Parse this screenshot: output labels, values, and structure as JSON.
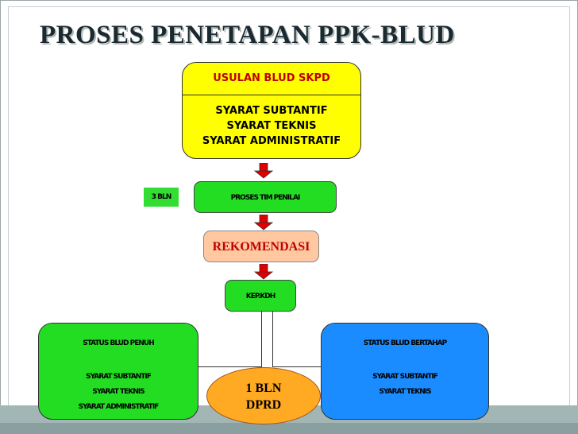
{
  "title": "PROSES PENETAPAN PPK-BLUD",
  "usulan": {
    "heading": "USULAN BLUD SKPD",
    "items": [
      "SYARAT SUBTANTIF",
      "SYARAT TEKNIS",
      "SYARAT ADMINISTRATIF"
    ]
  },
  "proses": {
    "label": "PROSES TIM PENILAI",
    "duration": "3 BLN"
  },
  "rekomendasi": "REKOMENDASI",
  "kep": "KEP.KDH",
  "penuh": {
    "heading": "STATUS BLUD PENUH",
    "items": [
      "SYARAT SUBTANTIF",
      "SYARAT TEKNIS",
      "SYARAT ADMINISTRATIF"
    ]
  },
  "bertahap": {
    "heading": "STATUS BLUD BERTAHAP",
    "items": [
      "SYARAT SUBTANTIF",
      "SYARAT TEKNIS"
    ]
  },
  "dprd": {
    "line1": "1 BLN",
    "line2": "DPRD"
  },
  "colors": {
    "usulan": "#ffff00",
    "green": "#22dd22",
    "blue": "#1a8cff",
    "rekom": "#ffc8a0",
    "dprd": "#ffaa22",
    "arrow": "#e00000"
  }
}
